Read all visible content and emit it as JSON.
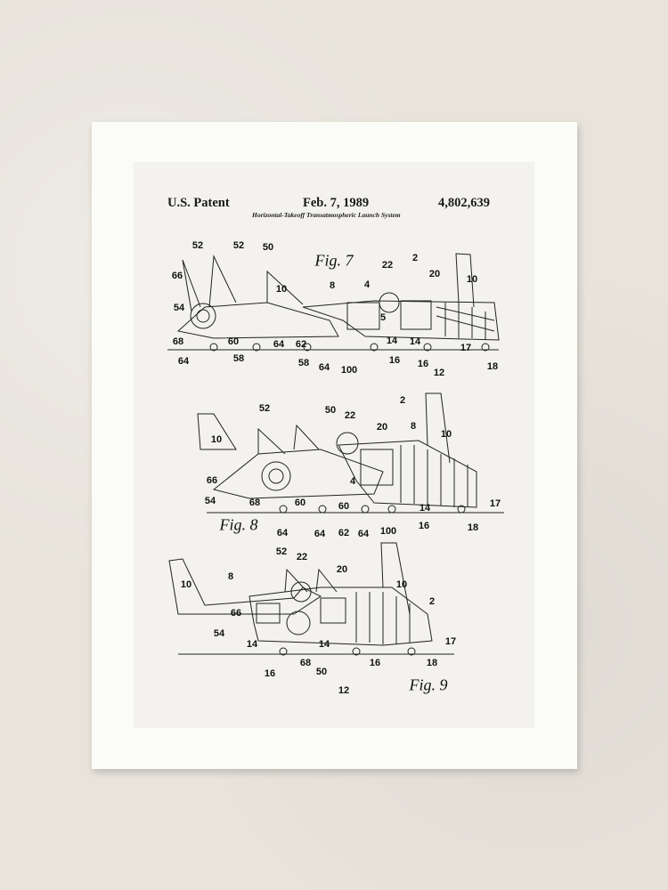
{
  "patent": {
    "left": "U.S. Patent",
    "date": "Feb. 7, 1989",
    "number": "4,802,639",
    "title": "Horizontal-Takeoff Transatmospheric Launch System"
  },
  "fig7": {
    "label": "Fig. 7",
    "refs": [
      "52",
      "52",
      "50",
      "66",
      "10",
      "8",
      "22",
      "2",
      "4",
      "20",
      "10",
      "54",
      "5",
      "68",
      "60",
      "64",
      "62",
      "14",
      "14",
      "17",
      "64",
      "58",
      "58",
      "64",
      "100",
      "16",
      "16",
      "12",
      "18"
    ]
  },
  "fig8": {
    "label": "Fig. 8",
    "refs": [
      "52",
      "50",
      "22",
      "2",
      "8",
      "20",
      "10",
      "10",
      "66",
      "4",
      "54",
      "68",
      "60",
      "60",
      "14",
      "17",
      "64",
      "64",
      "62",
      "64",
      "100",
      "16",
      "18"
    ]
  },
  "fig9": {
    "label": "Fig. 9",
    "refs": [
      "52",
      "22",
      "20",
      "8",
      "10",
      "10",
      "2",
      "66",
      "54",
      "14",
      "14",
      "17",
      "68",
      "50",
      "16",
      "18",
      "16",
      "12"
    ]
  },
  "colors": {
    "wall": "#e8e4dc",
    "mat": "#fbfbf7",
    "paper": "#f3f2ee",
    "ink": "#111111"
  }
}
